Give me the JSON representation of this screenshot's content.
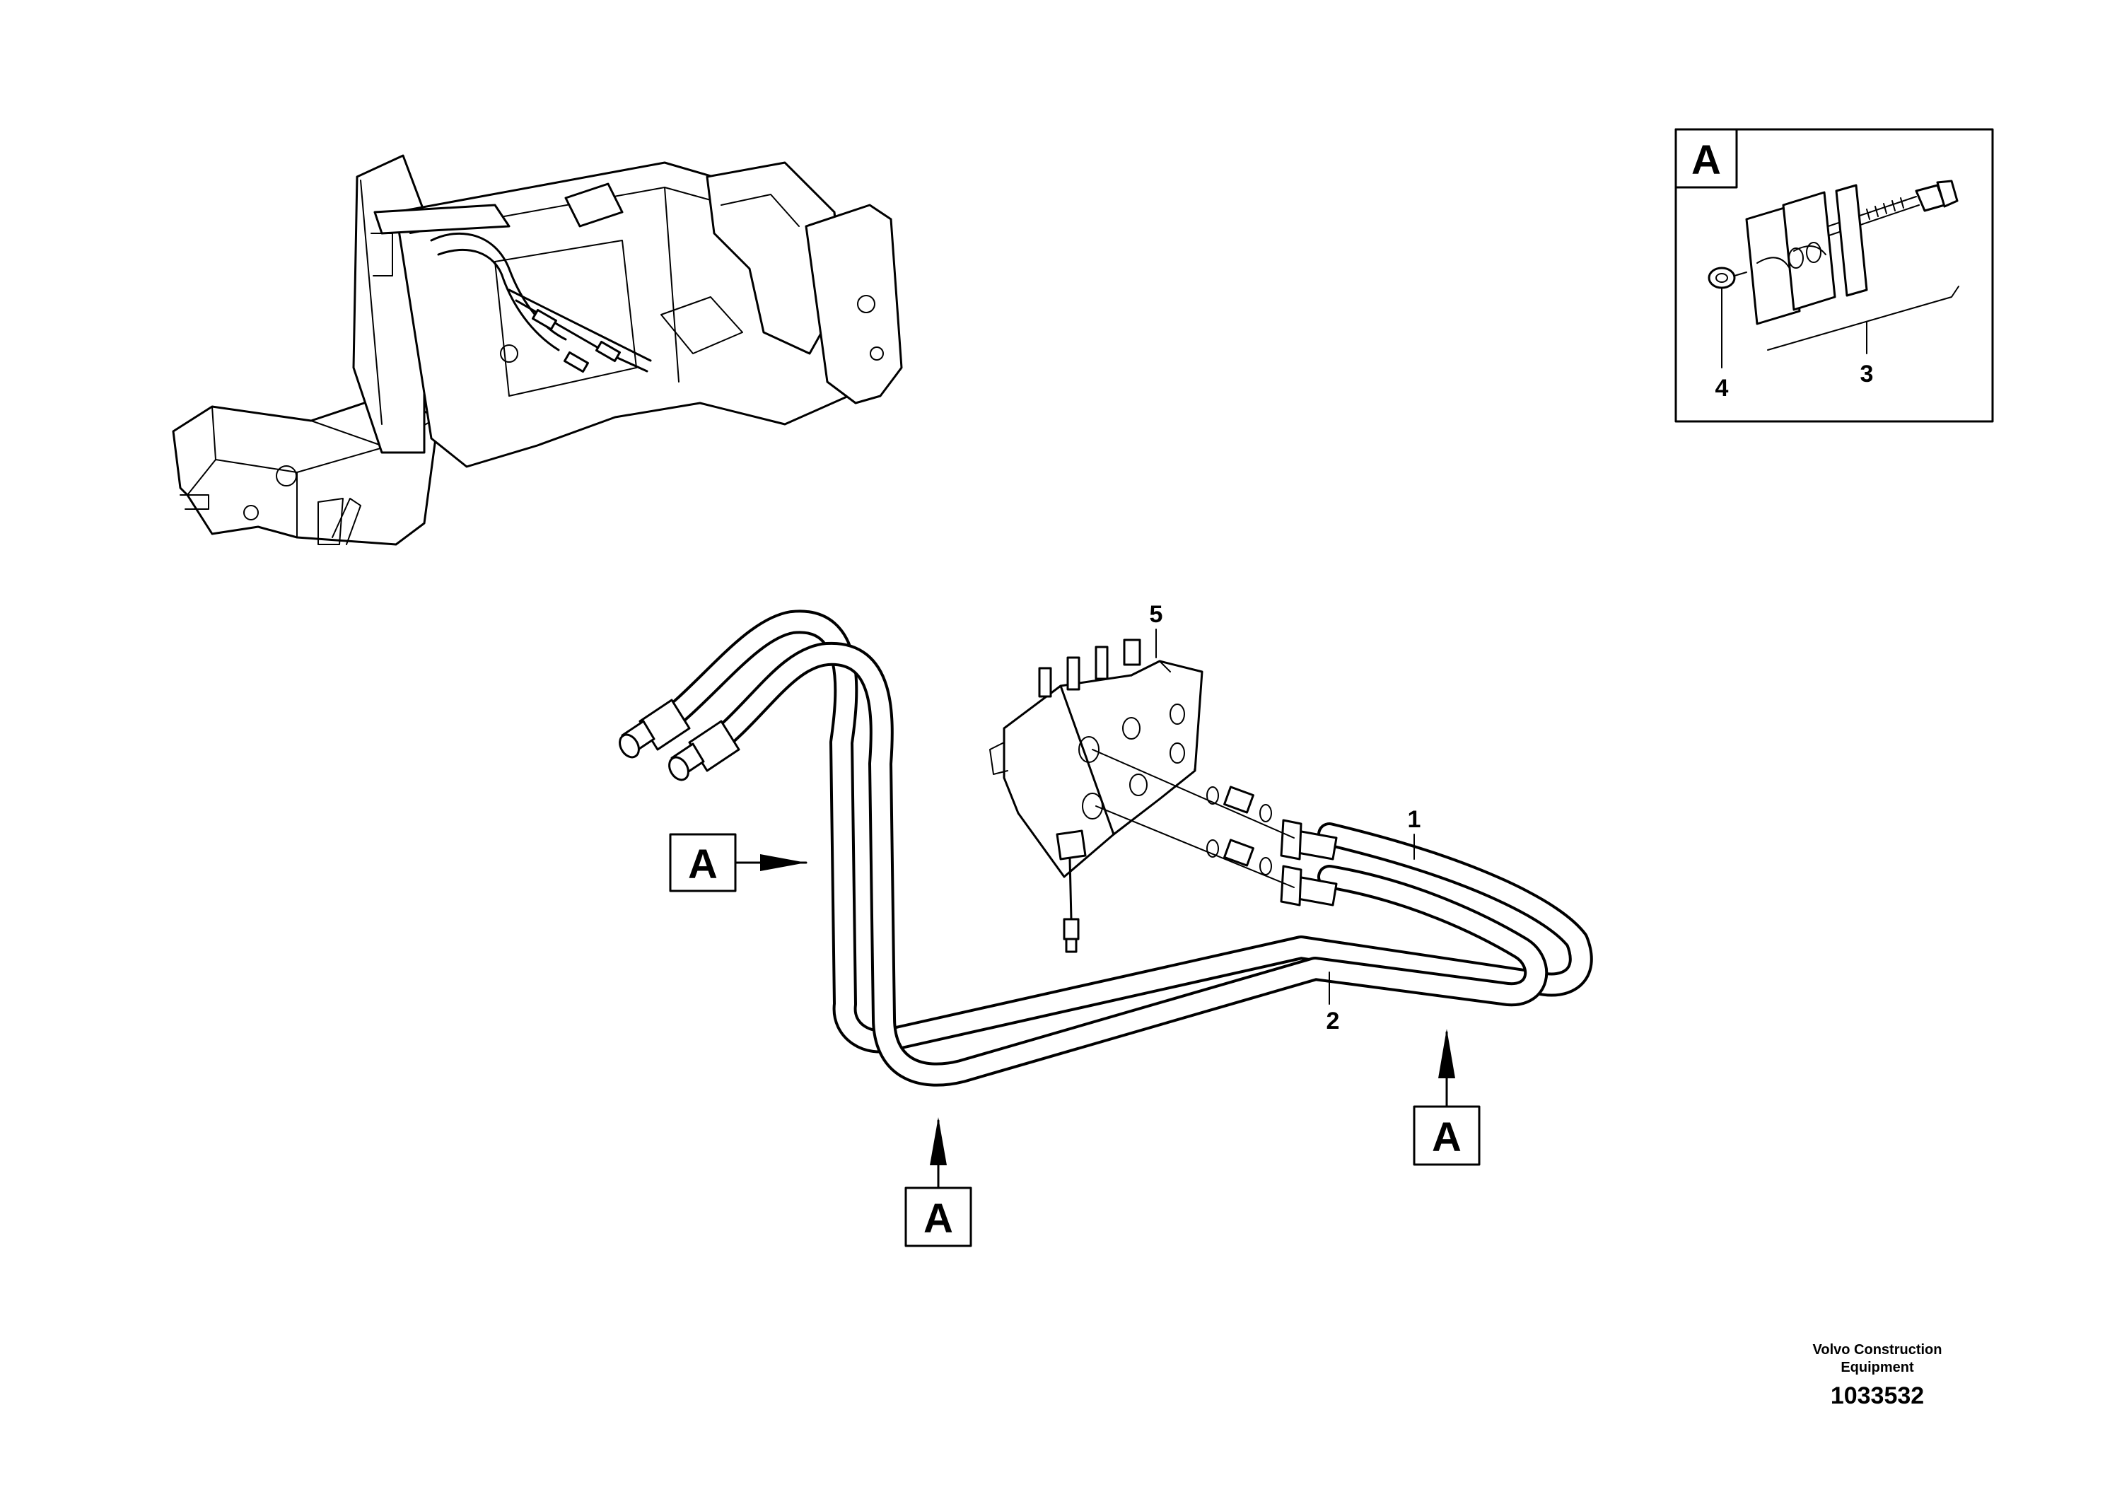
{
  "diagram": {
    "detail_label": "A",
    "callouts": {
      "item1": "1",
      "item2": "2",
      "item3": "3",
      "item4": "4",
      "item5": "5"
    },
    "view_markers": [
      "A",
      "A",
      "A"
    ],
    "footer": {
      "company_line1": "Volvo Construction",
      "company_line2": "Equipment",
      "drawing_number": "1033532"
    }
  }
}
